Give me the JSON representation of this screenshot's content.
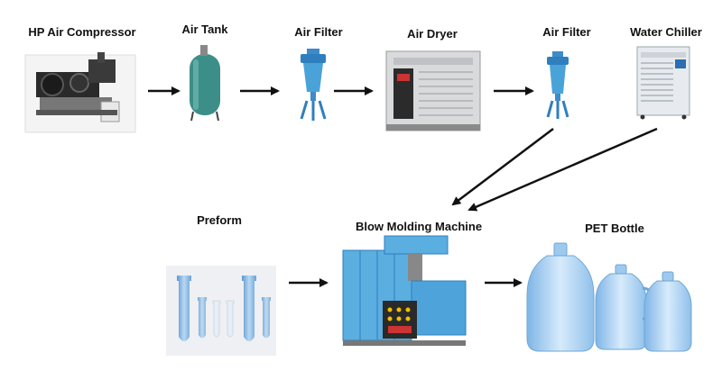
{
  "nodes": {
    "compressor": {
      "label": "HP Air Compressor",
      "icon": "air-compressor-icon"
    },
    "tank": {
      "label": "Air Tank",
      "icon": "air-tank-icon"
    },
    "filter1": {
      "label": "Air Filter",
      "icon": "air-filter-icon"
    },
    "dryer": {
      "label": "Air Dryer",
      "icon": "air-dryer-icon"
    },
    "filter2": {
      "label": "Air Filter",
      "icon": "air-filter-icon"
    },
    "chiller": {
      "label": "Water Chiller",
      "icon": "water-chiller-icon"
    },
    "preform": {
      "label": "Preform",
      "icon": "preform-icon"
    },
    "machine": {
      "label": "Blow Molding Machine",
      "icon": "blow-molding-machine-icon"
    },
    "bottle": {
      "label": "PET Bottle",
      "icon": "pet-bottle-icon"
    }
  },
  "edges": [
    {
      "from": "compressor",
      "to": "tank"
    },
    {
      "from": "tank",
      "to": "filter1"
    },
    {
      "from": "filter1",
      "to": "dryer"
    },
    {
      "from": "dryer",
      "to": "filter2"
    },
    {
      "from": "filter2",
      "to": "machine"
    },
    {
      "from": "chiller",
      "to": "machine"
    },
    {
      "from": "preform",
      "to": "machine"
    },
    {
      "from": "machine",
      "to": "bottle"
    }
  ],
  "colors": {
    "equipment_blue": "#4aa3d8",
    "tank_teal": "#3c8f88",
    "dryer_gray": "#d9dadc",
    "machine_blue": "#5aaee0",
    "bottle_blue": "#9ec9ee",
    "arrow": "#111111"
  }
}
